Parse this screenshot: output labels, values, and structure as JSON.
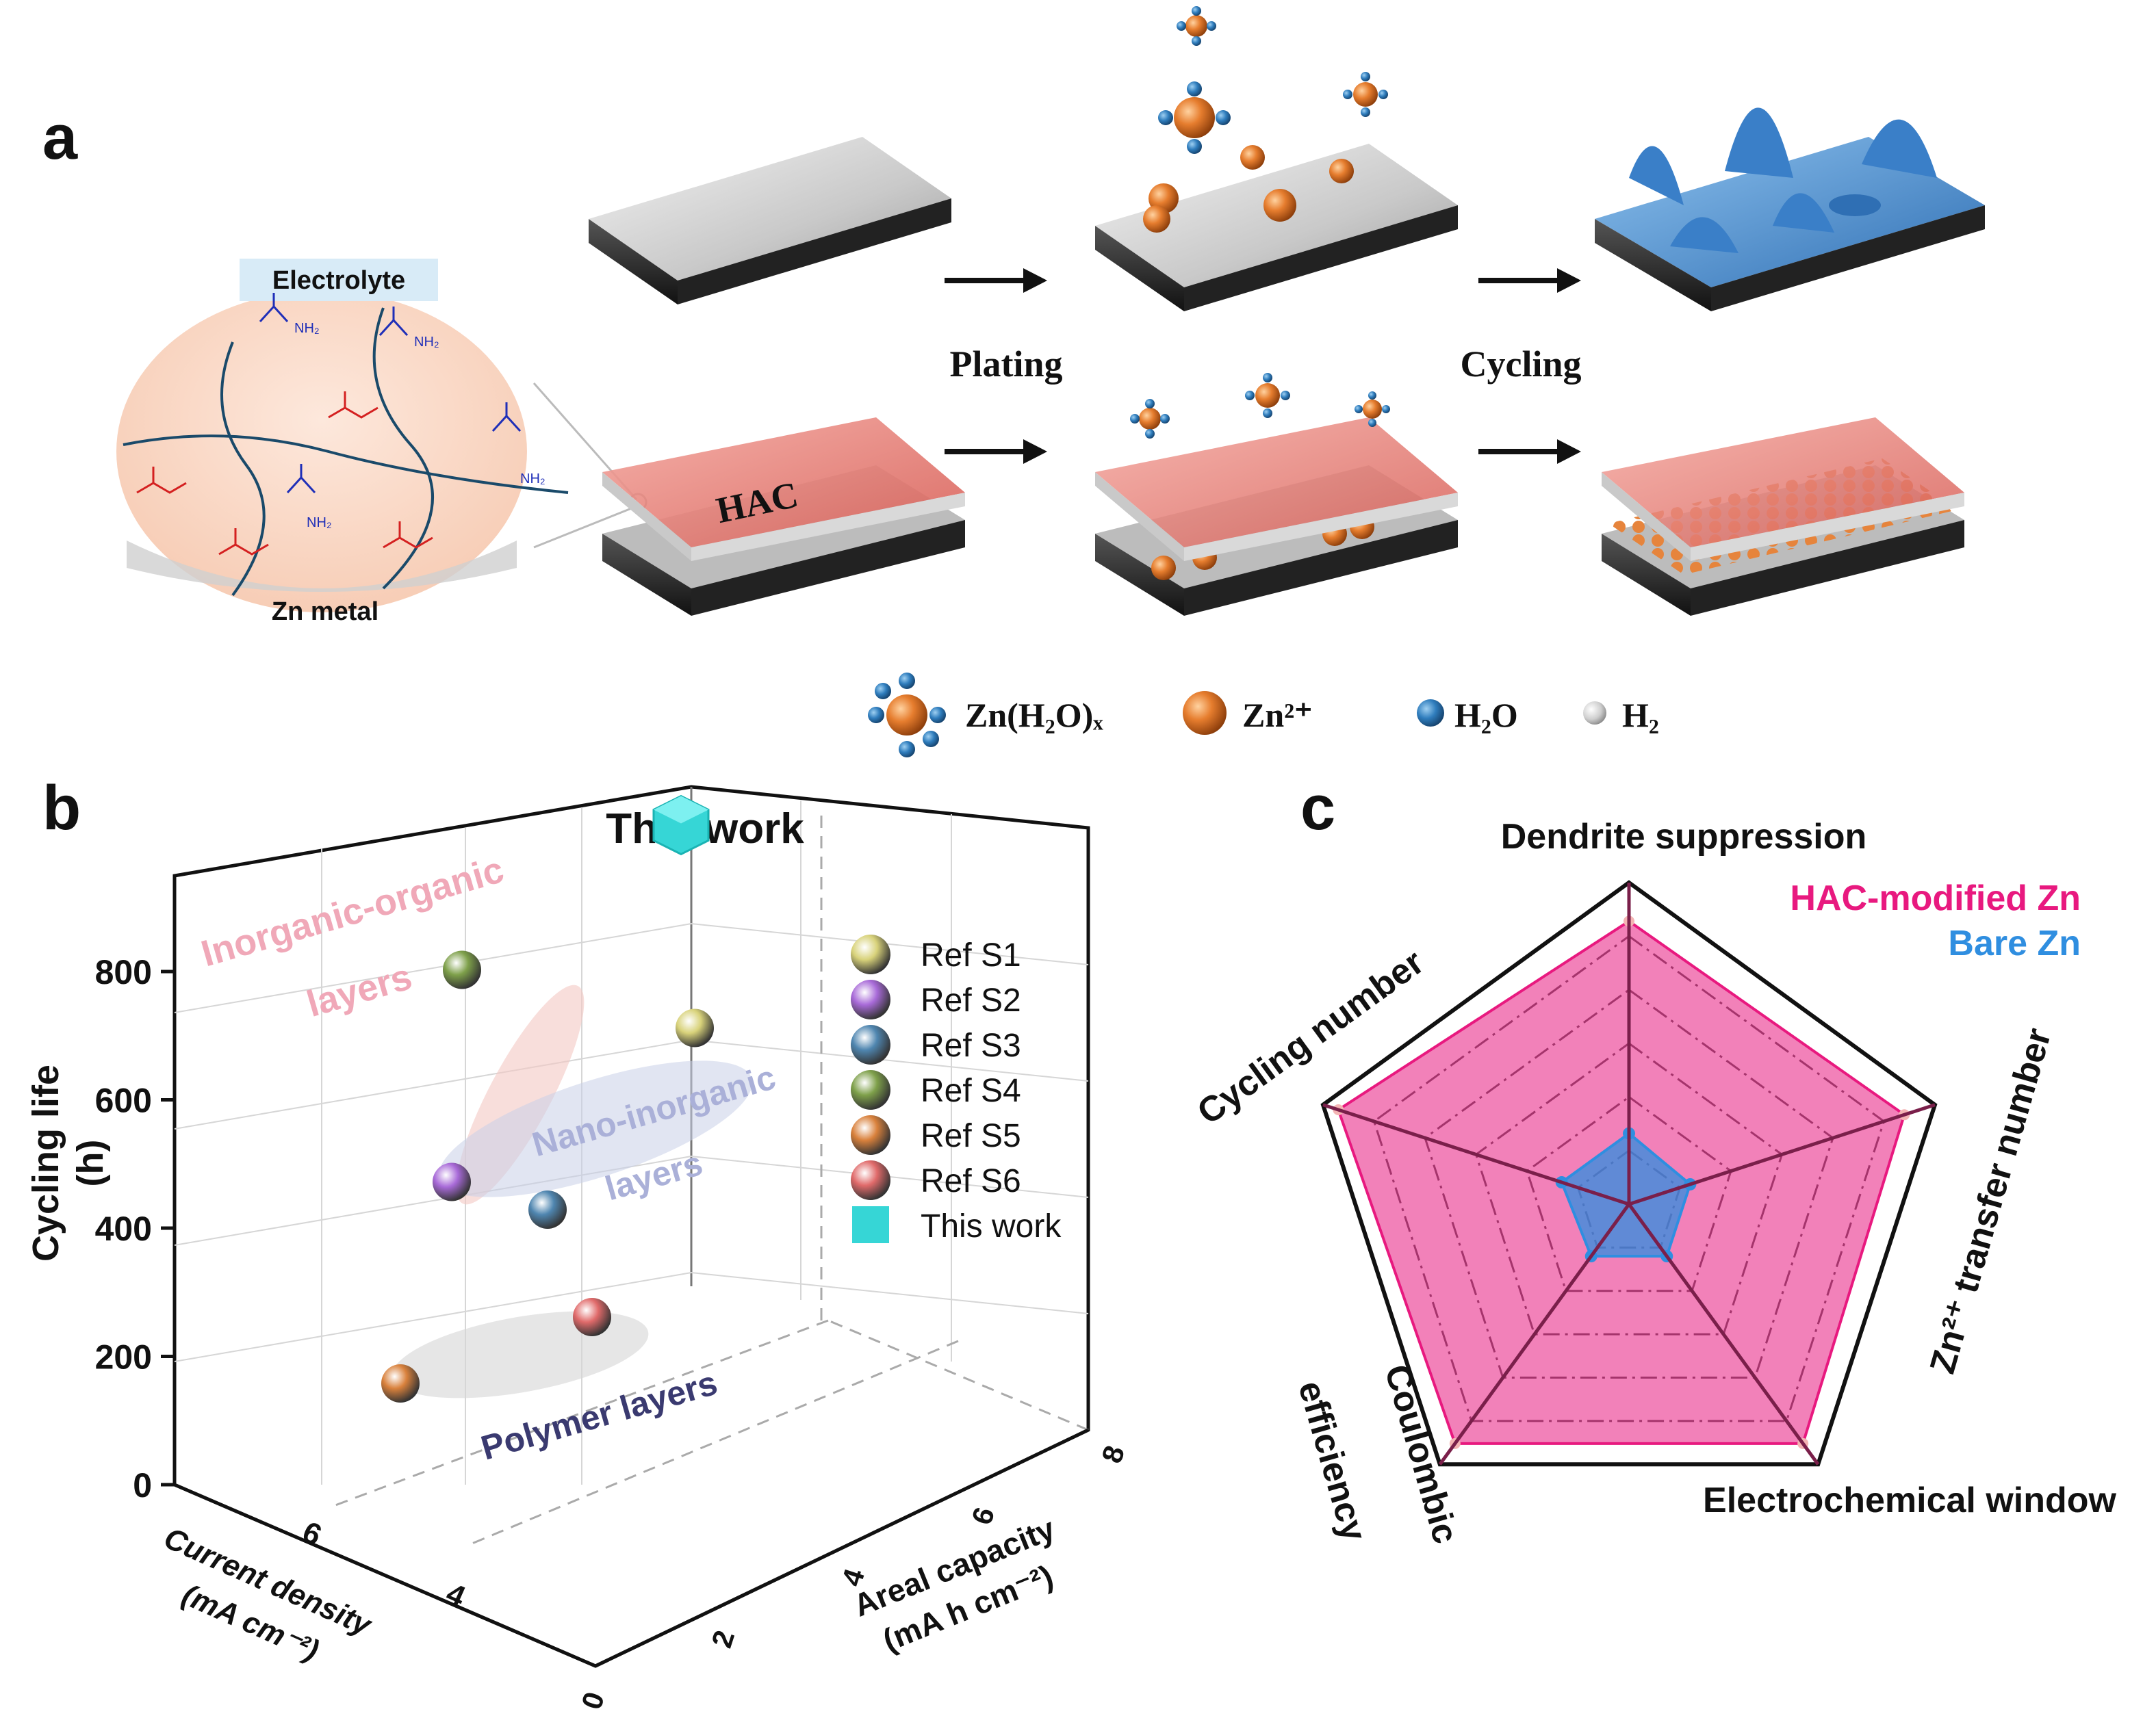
{
  "panel_a": {
    "letter": "a",
    "electrolyte_label": "Electrolyte",
    "zn_metal_label": "Zn metal",
    "hac_label": "HAC",
    "plating_label": "Plating",
    "cycling_label": "Cycling",
    "amide_group": "NH₂",
    "legend": {
      "zn_h2o_x": "Zn(H₂O)ₓ",
      "zn2": "Zn²⁺",
      "h2o": "H₂O",
      "h2": "H₂"
    },
    "colors": {
      "zn": "#e07a2e",
      "water": "#2d78b8",
      "hac": "#e8807a",
      "dendrite": "#4a8fd4"
    }
  },
  "panel_b": {
    "letter": "b",
    "group_labels": {
      "inorganic_organic_line1": "Inorganic-organic",
      "inorganic_organic_line2": "layers",
      "nano_inorganic_line1": "Nano-inorganic",
      "nano_inorganic_line2": "layers",
      "polymer": "Polymer layers",
      "this_work_title": "This work"
    },
    "chart_data": {
      "type": "scatter",
      "projection": "3d",
      "zlabel_line1": "Cycling life",
      "zlabel_line2": "(h)",
      "xlabel_line1": "Current density",
      "xlabel_line2": "(mA cm⁻²)",
      "ylabel_line1": "Areal capacity",
      "ylabel_line2": "(mA h cm⁻²)",
      "z_ticks": [
        "0",
        "200",
        "400",
        "600",
        "800"
      ],
      "x_ticks": [
        "4",
        "6"
      ],
      "y_ticks": [
        "0",
        "2",
        "4",
        "6",
        "8"
      ],
      "zlim": [
        0,
        950
      ],
      "series": [
        {
          "name": "Ref S1",
          "color": "#d8d27a",
          "life": 650
        },
        {
          "name": "Ref S2",
          "color": "#a86ad8",
          "life": 450
        },
        {
          "name": "Ref S3",
          "color": "#4f86b0",
          "life": 340
        },
        {
          "name": "Ref S4",
          "color": "#7ea04a",
          "life": 750
        },
        {
          "name": "Ref S5",
          "color": "#d9813c",
          "life": 160
        },
        {
          "name": "Ref S6",
          "color": "#e06a6a",
          "life": 200
        },
        {
          "name": "This work",
          "color": "#36d6d6",
          "life": 930
        }
      ]
    }
  },
  "panel_c": {
    "letter": "c",
    "axes": [
      "Dendrite suppression",
      "Zn²⁺ transfer number",
      "Electrochemical window",
      "Coulombic efficiency",
      "Cycling number"
    ],
    "coulombic_line1": "Coulombic",
    "coulombic_line2": "efficiency",
    "legend_hac": "HAC-modified Zn",
    "legend_bare": "Bare Zn",
    "chart_data": {
      "type": "radar",
      "categories": [
        "Dendrite suppression",
        "Zn²⁺ transfer number",
        "Electrochemical window",
        "Coulombic efficiency",
        "Cycling number"
      ],
      "series": [
        {
          "name": "HAC-modified Zn",
          "color": "#e8197f",
          "values": [
            0.88,
            0.9,
            0.92,
            0.92,
            0.95
          ]
        },
        {
          "name": "Bare Zn",
          "color": "#2f8ee0",
          "values": [
            0.22,
            0.2,
            0.2,
            0.2,
            0.22
          ]
        }
      ],
      "rlim": [
        0,
        1
      ],
      "rings": 6
    }
  }
}
